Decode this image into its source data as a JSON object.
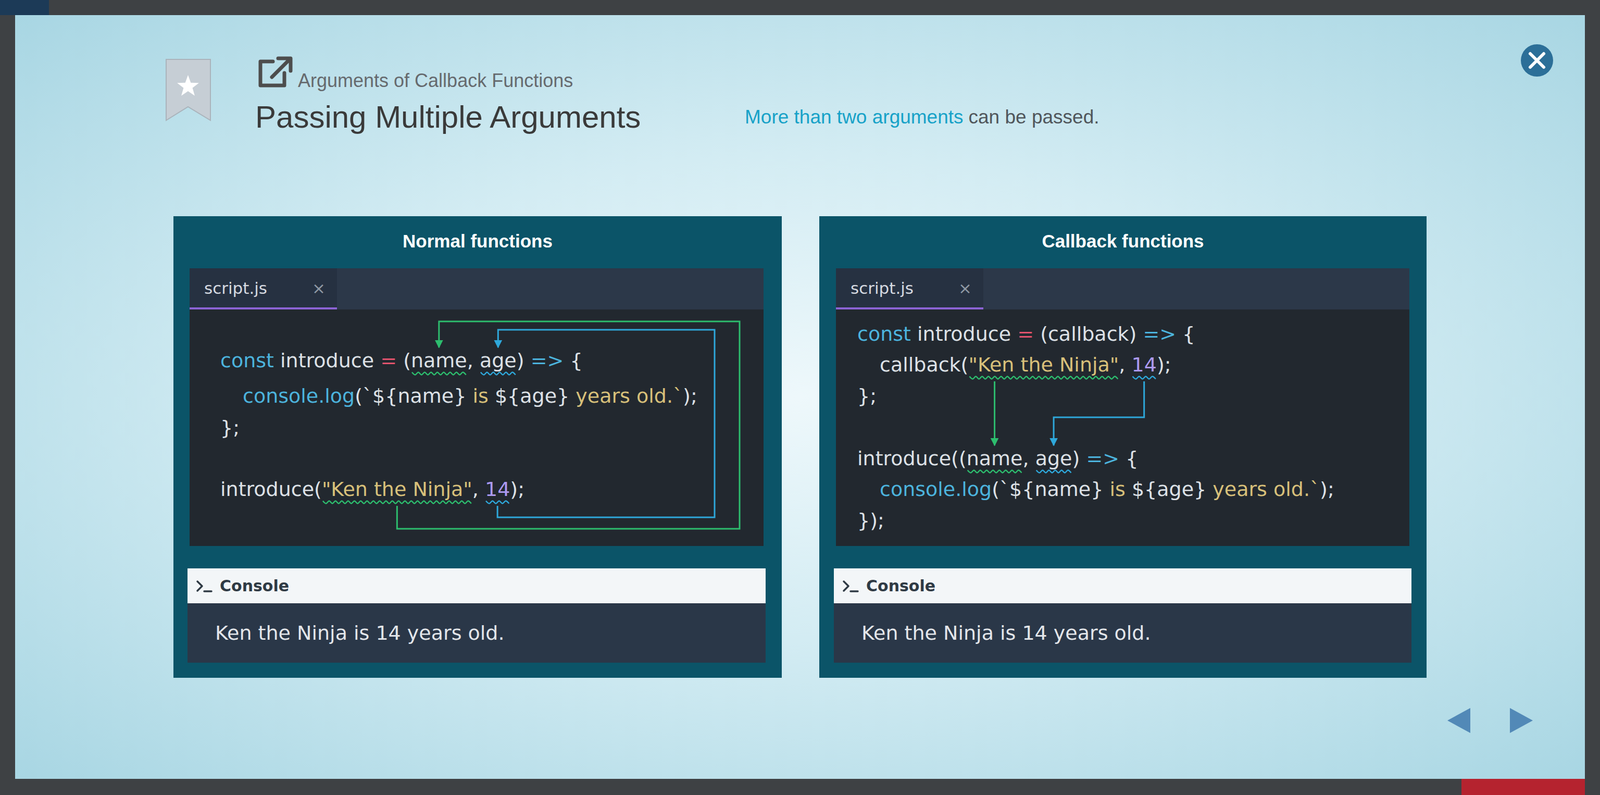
{
  "diagram": {
    "title": "Passing Multiple Arguments",
    "nodes": [
      {
        "text": [
          "Normal functions"
        ]
      },
      {
        "text": [
          "const introduce = (name, age) => {",
          "console.log(`${name} is ${age} years old.`);",
          "};",
          "introduce(\"Ken the Ninja\", 14);"
        ],
        "in": 0
      },
      {
        "text": [
          "script.js",
          "×"
        ],
        "in": 1
      },
      {
        "text": [
          "Console",
          "Ken the Ninja is 14 years old."
        ],
        "in": 0
      },
      {
        "text": [
          "Callback functions"
        ]
      },
      {
        "text": [
          "const introduce = (callback) => {",
          "callback(\"Ken the Ninja\", 14);",
          "};",
          "introduce((name, age) => {",
          "console.log(`${name} is ${age} years old.`);",
          "});"
        ],
        "in": 4
      },
      {
        "text": [
          "script.js",
          "×"
        ],
        "in": 5
      },
      {
        "text": [
          "Console",
          "Ken the Ninja is 14 years old."
        ],
        "in": 4
      }
    ],
    "labels": [
      "Arguments of Callback Functions",
      "More than two arguments",
      "can be passed."
    ]
  }
}
